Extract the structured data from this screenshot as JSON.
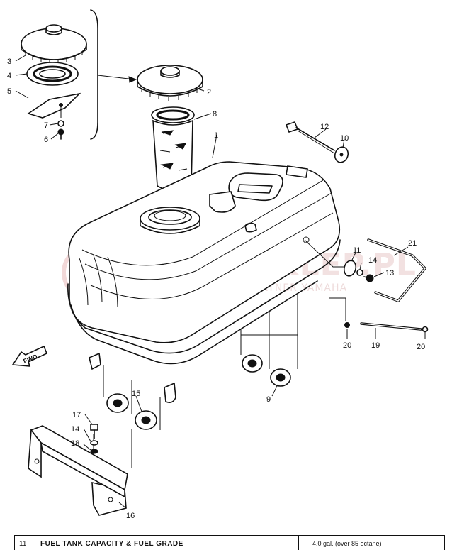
{
  "watermark": {
    "title": "YAMA-SKLEP.PL",
    "subtitle": "WOJCIECHOWICZ I PARTNER YAMAHA"
  },
  "fwd_label": "FWD",
  "callouts": {
    "c1": "1",
    "c2": "2",
    "c3": "3",
    "c4": "4",
    "c5": "5",
    "c6": "6",
    "c7": "7",
    "c8": "8",
    "c9": "9",
    "c10": "10",
    "c11": "11",
    "c12": "12",
    "c13": "13",
    "c14a": "14",
    "c14b": "14",
    "c15": "15",
    "c16": "16",
    "c17": "17",
    "c18": "18",
    "c19": "19",
    "c20a": "20",
    "c20b": "20",
    "c21": "21"
  },
  "spec": {
    "item_no": "11",
    "label": "FUEL TANK CAPACITY & FUEL GRADE",
    "value": "4.0 gal. (over 85 octane)"
  }
}
